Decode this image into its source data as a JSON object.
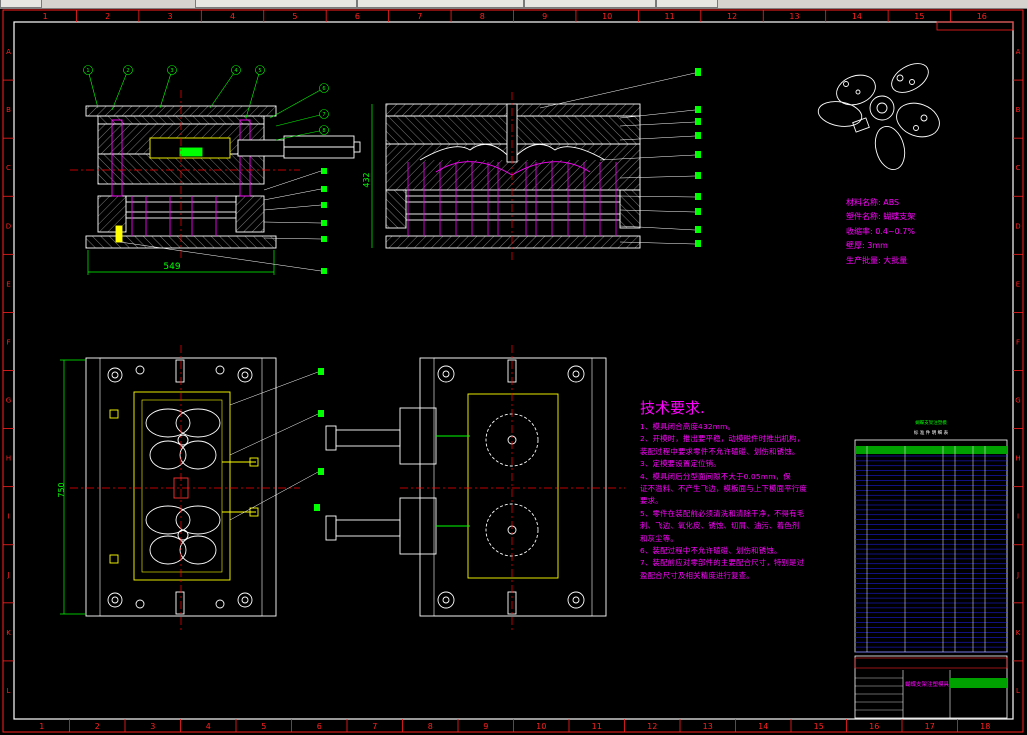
{
  "toolbar": {
    "tabs": [
      "",
      "",
      "",
      "",
      ""
    ]
  },
  "frame": {
    "columns": [
      "1",
      "2",
      "3",
      "4",
      "5",
      "6",
      "7",
      "8",
      "9",
      "10",
      "11",
      "12",
      "13",
      "14",
      "15",
      "16"
    ],
    "rows": [
      "A",
      "B",
      "C",
      "D",
      "E",
      "F",
      "G",
      "H",
      "I",
      "J",
      "K",
      "L"
    ],
    "bottom_columns": [
      "1",
      "2",
      "3",
      "4",
      "5",
      "6",
      "7",
      "8",
      "9",
      "10",
      "11",
      "12",
      "13",
      "14",
      "15",
      "16",
      "17",
      "18"
    ]
  },
  "drawing": {
    "dims": {
      "front_width": "549",
      "side_height": "432",
      "plan_height": "750"
    },
    "balloons": [
      "1",
      "2",
      "3",
      "4",
      "5",
      "6",
      "7",
      "8"
    ],
    "colors": {
      "outline": "#ffffff",
      "hatch": "#ffffff",
      "leader": "#00ff00",
      "dimension": "#00ff00",
      "centerline": "#ff0000",
      "highlight": "#ffff00",
      "note": "#ff00ff",
      "table": "#0000ff"
    }
  },
  "material_spec": {
    "lines": [
      "材料名称: ABS",
      "塑件名称: 蝴蝶支架",
      "收缩率: 0.4~0.7%",
      "壁厚: 3mm",
      "生产批量: 大批量"
    ]
  },
  "technical_requirements": {
    "title": "技术要求.",
    "items": [
      "1、模具闭合高度432mm。",
      "2、开模时，推出要平稳，动模脱件时推出机构，",
      "装配过程中要求零件不允许磕碰、划伤和锈蚀。",
      "3、定模要设置定位销。",
      "4、模具闭后分型面间隙不大于0.05mm，保",
      "证不溢料、不产生飞边，模板面与上下模面平行度",
      "要求。",
      "5、零件在装配前必须清洗和清除干净，不得有毛",
      "刺、飞边、氧化皮、锈蚀、切屑、油污、着色剂",
      "和灰尘等。",
      "6、装配过程中不允许磕碰、划伤和锈蚀。",
      "7、装配前应对零部件的主要配合尺寸，特别是过",
      "盈配合尺寸及相关精度进行复查。"
    ]
  },
  "title_block": {
    "table_heading": "蝴蝶支架注塑模",
    "table_subheading": "标 准 件 明 细 表",
    "drawing_name": "蝴蝶支架注塑模具",
    "school": "",
    "scale": ""
  }
}
